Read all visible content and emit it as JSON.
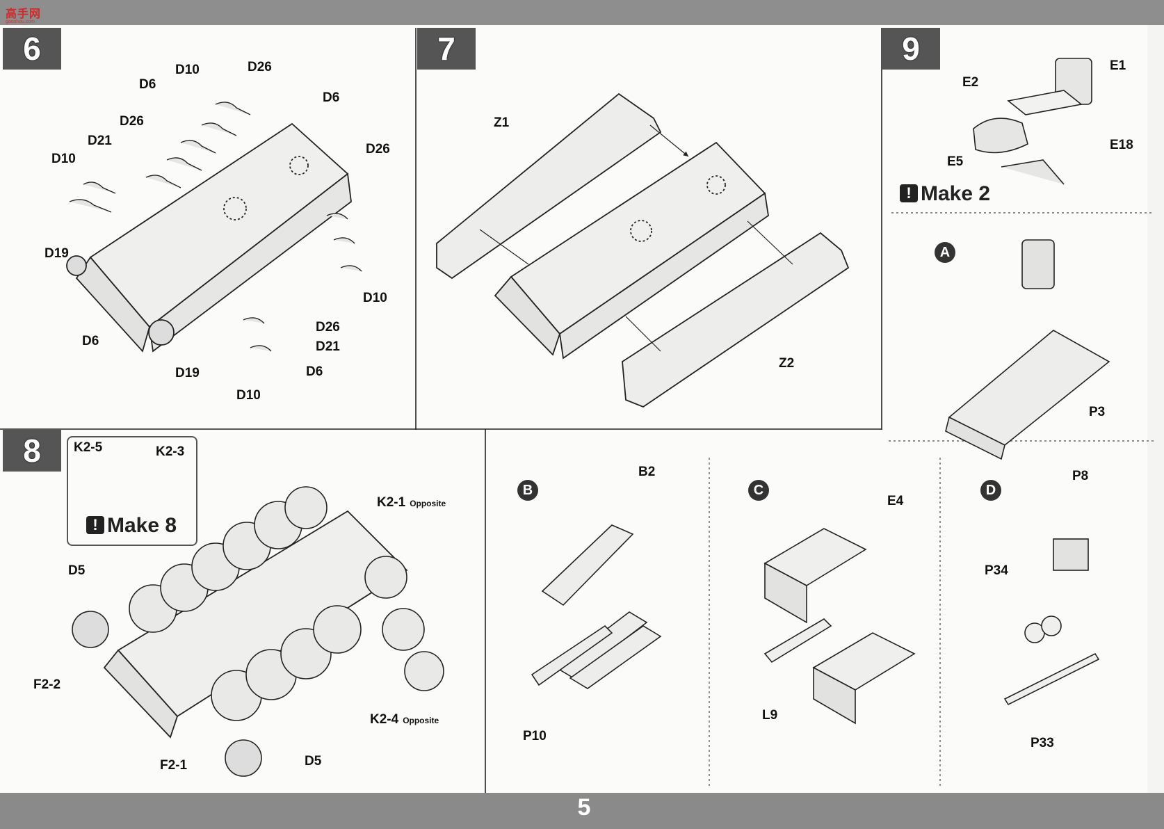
{
  "header": {
    "logo_text": "高手网",
    "logo_url": "gaoshou.com"
  },
  "footer": {
    "page_number": "5"
  },
  "steps": {
    "s6": {
      "number": "6",
      "labels": [
        "D10",
        "D26",
        "D6",
        "D6",
        "D26",
        "D21",
        "D10",
        "D26",
        "D19",
        "D10",
        "D6",
        "D26",
        "D21",
        "D19",
        "D6",
        "D10"
      ]
    },
    "s7": {
      "number": "7",
      "labels": [
        "Z1",
        "Z2"
      ]
    },
    "s8": {
      "number": "8",
      "inset_labels": [
        "K2-5",
        "K2-3"
      ],
      "inset_make": "Make 8",
      "labels": [
        "D5",
        "F2-2",
        "F2-1",
        "D5"
      ],
      "k21": "K2-1",
      "k21_note": "Opposite",
      "k24": "K2-4",
      "k24_note": "Opposite"
    },
    "s9": {
      "number": "9",
      "labels": [
        "E1",
        "E2",
        "E18",
        "E5",
        "P3"
      ],
      "make": "Make 2",
      "sub_a": "A"
    },
    "subB": {
      "letter": "B",
      "labels": [
        "B2",
        "P10"
      ]
    },
    "subC": {
      "letter": "C",
      "labels": [
        "E4",
        "L9"
      ]
    },
    "subD": {
      "letter": "D",
      "labels": [
        "P8",
        "P34",
        "P33"
      ]
    }
  },
  "colors": {
    "badge": "#555555",
    "band": "#8e8e8e",
    "line": "#222222",
    "part_fill": "#efefed"
  }
}
